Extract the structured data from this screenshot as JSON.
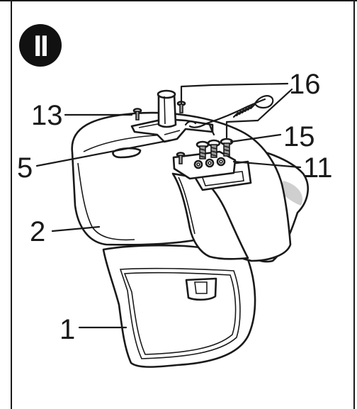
{
  "step_badge": {
    "label": "II",
    "color": "#111111"
  },
  "callouts": [
    {
      "id": "16",
      "text": "16"
    },
    {
      "id": "13",
      "text": "13"
    },
    {
      "id": "15",
      "text": "15"
    },
    {
      "id": "5",
      "text": "5"
    },
    {
      "id": "11",
      "text": "11"
    },
    {
      "id": "2",
      "text": "2"
    },
    {
      "id": "1",
      "text": "1"
    }
  ]
}
